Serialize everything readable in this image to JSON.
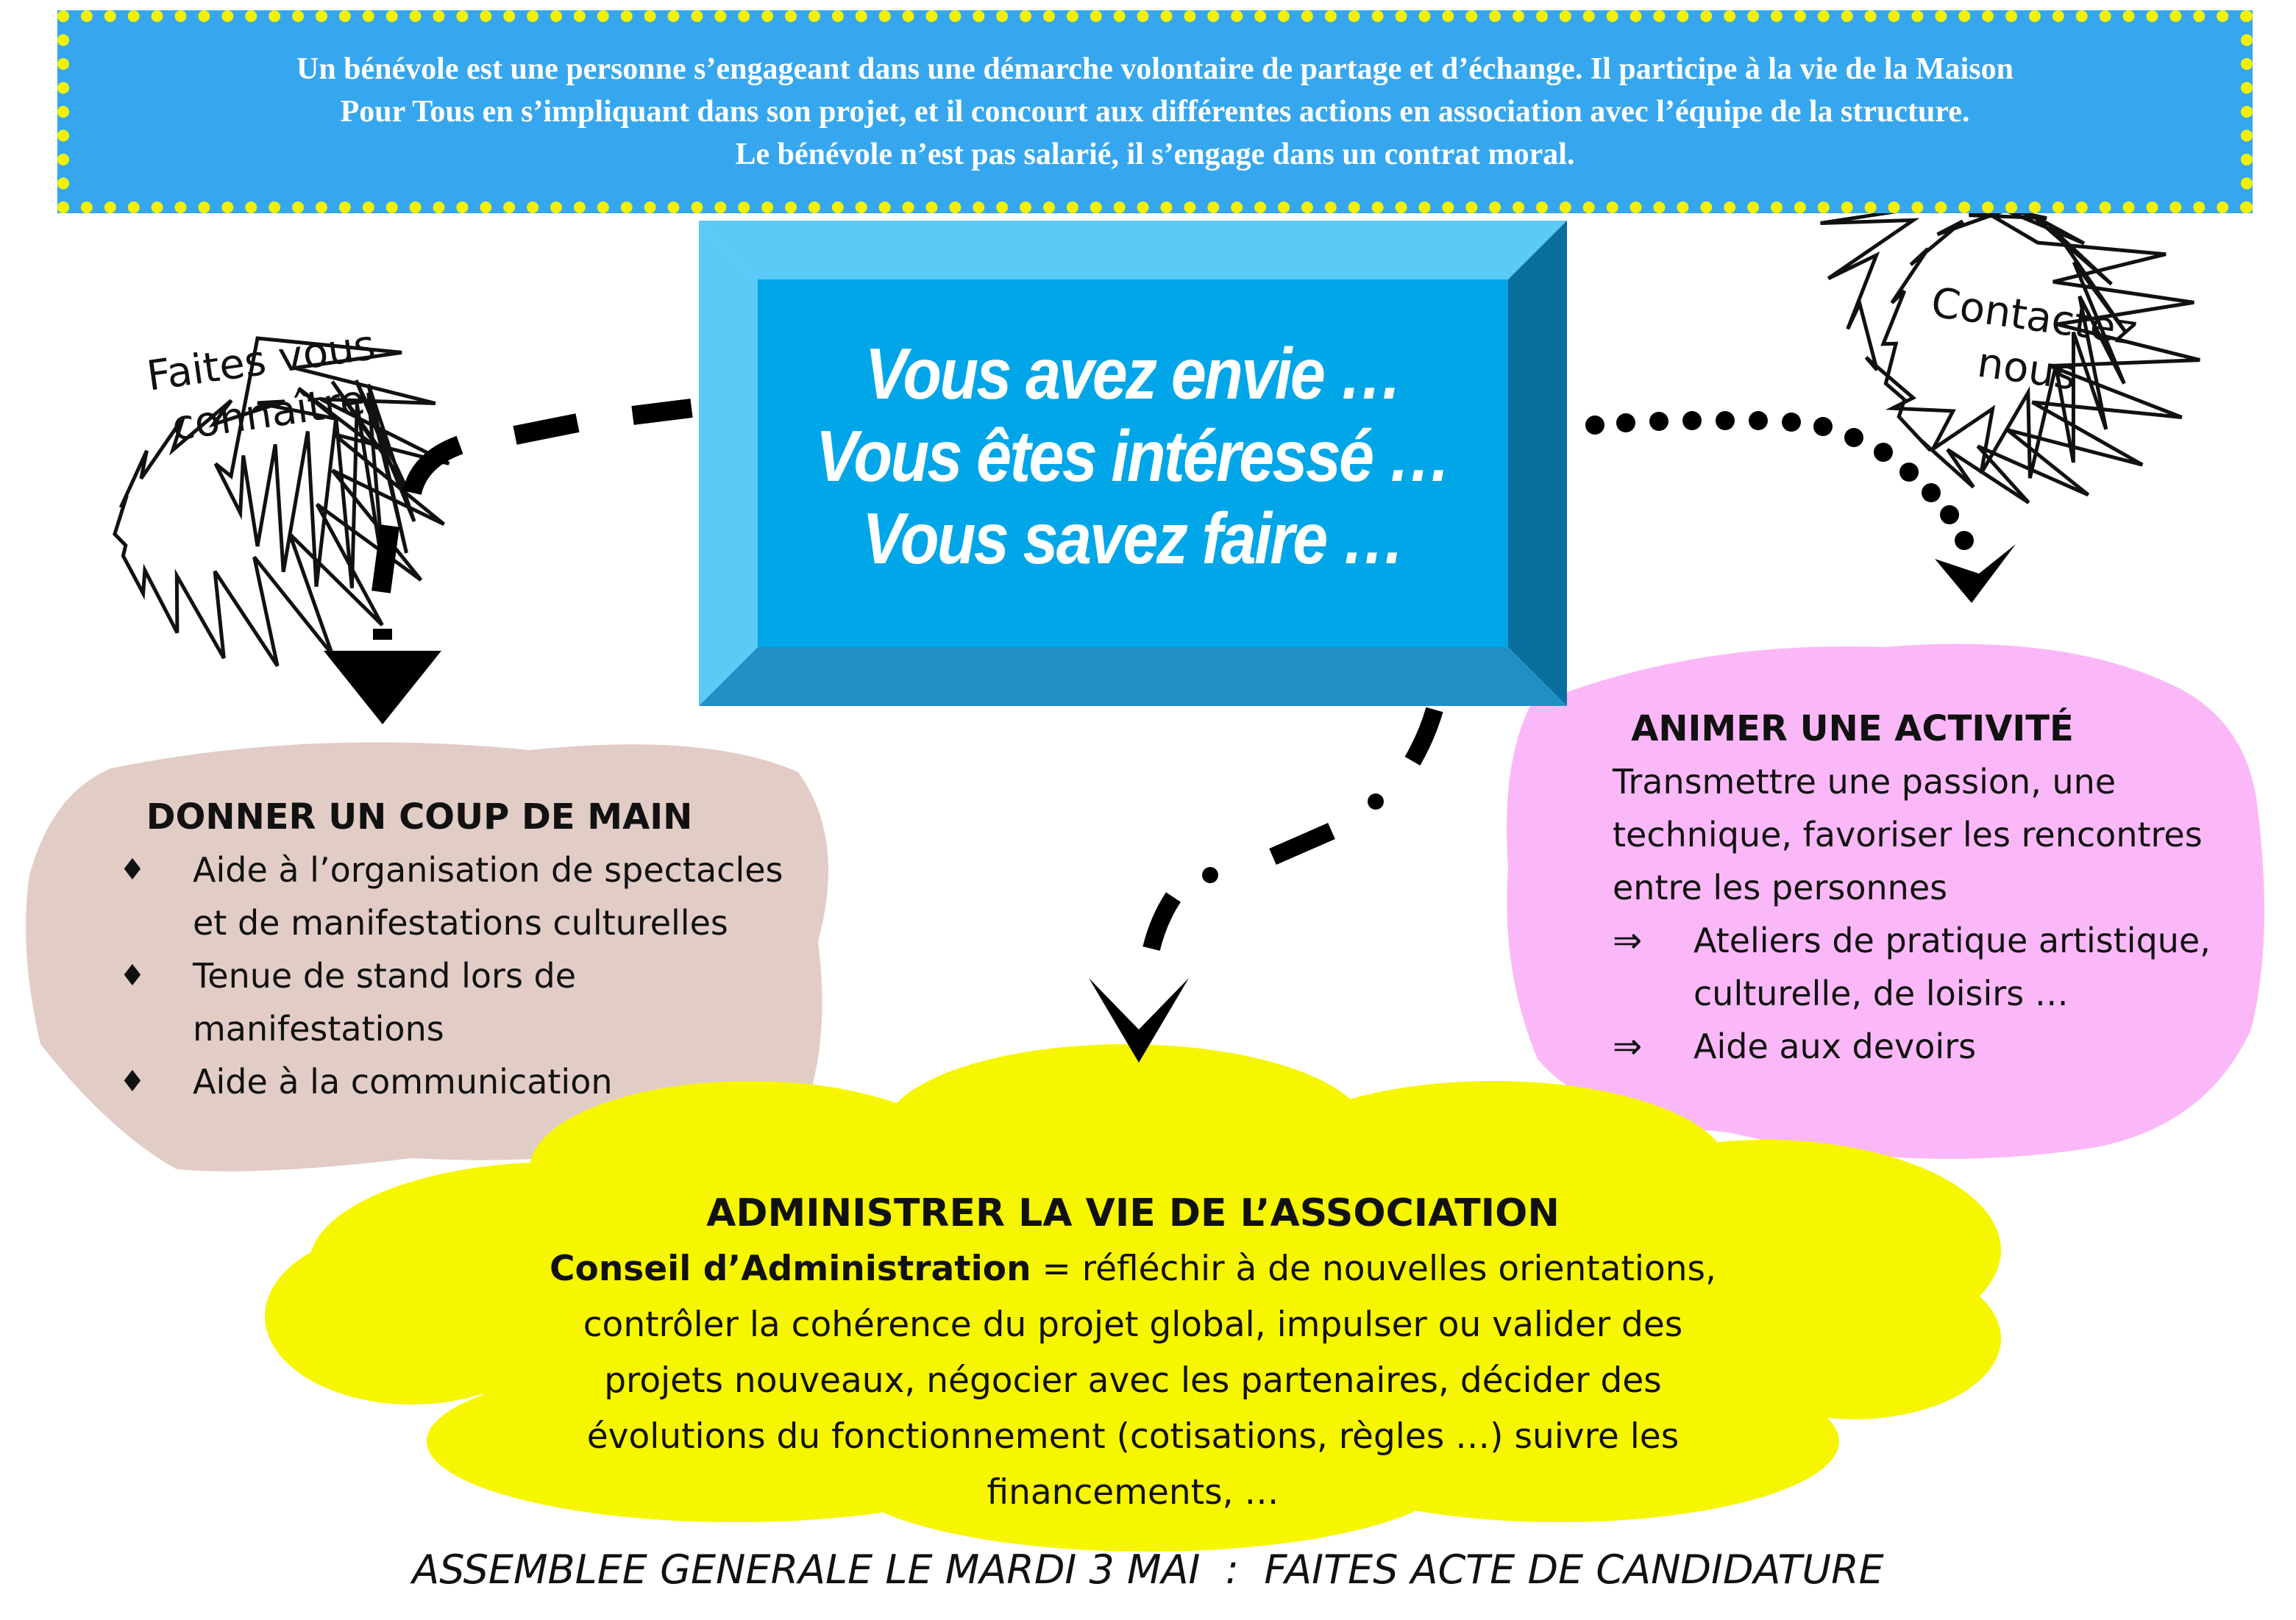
{
  "colors": {
    "banner_background": "#36a7ee",
    "banner_border": "#f2f200",
    "central_box": "#00a6e8",
    "central_box_bevel_light": "#5bcaf7",
    "central_box_bevel_dark": "#0a6f9e",
    "blob_brown": "#e2cdc6",
    "blob_pink": "#fbb8f8",
    "cloud_yellow": "#f6f600",
    "arrows": "#000000"
  },
  "banner": {
    "line1": "Un bénévole est une personne s’engageant dans une démarche volontaire de partage et d’échange.  Il participe à la vie de la Maison",
    "line2": "Pour Tous en s’impliquant dans son projet, et il concourt aux différentes actions en association avec l’équipe de la structure.",
    "line3": "Le bénévole n’est pas salarié, il s’engage dans un contrat moral."
  },
  "central": {
    "line1": "Vous avez envie  …",
    "line2": "Vous êtes intéressé  …",
    "line3": "Vous savez faire …"
  },
  "burst_left": {
    "line1": "Faites vous",
    "line2": "connaître"
  },
  "burst_right": {
    "line1": "Contactez",
    "line2": "nous"
  },
  "coup_de_main": {
    "title": "DONNER UN COUP DE MAIN",
    "bullet": "♦",
    "items": [
      {
        "lines": [
          "Aide à l’organisation de spectacles",
          "et de manifestations culturelles"
        ]
      },
      {
        "lines": [
          "Tenue de stand lors de",
          "manifestations"
        ]
      },
      {
        "lines": [
          "Aide à la communication"
        ]
      }
    ]
  },
  "animer": {
    "title": "ANIMER UNE ACTIVITÉ",
    "description": [
      "Transmettre une passion, une",
      "technique, favoriser les rencontres",
      "entre les personnes"
    ],
    "arrow": "⇒",
    "items": [
      {
        "lines": [
          "Ateliers de pratique artistique,",
          "culturelle, de loisirs …"
        ]
      },
      {
        "lines": [
          "Aide aux devoirs"
        ]
      }
    ]
  },
  "administrer": {
    "title": "ADMINISTRER LA VIE DE L’ASSOCIATION",
    "bold_lead": "Conseil d’Administration",
    "line1_rest": " = réfléchir à de nouvelles orientations,",
    "line2": "contrôler la cohérence du projet global, impulser ou valider des",
    "line3": "projets nouveaux, négocier avec les partenaires, décider des",
    "line4": "évolutions du fonctionnement (cotisations, règles …) suivre les",
    "line5": "financements, …"
  },
  "footer": "ASSEMBLEE GENERALE LE MARDI 3 MAI  :  FAITES ACTE DE CANDIDATURE"
}
